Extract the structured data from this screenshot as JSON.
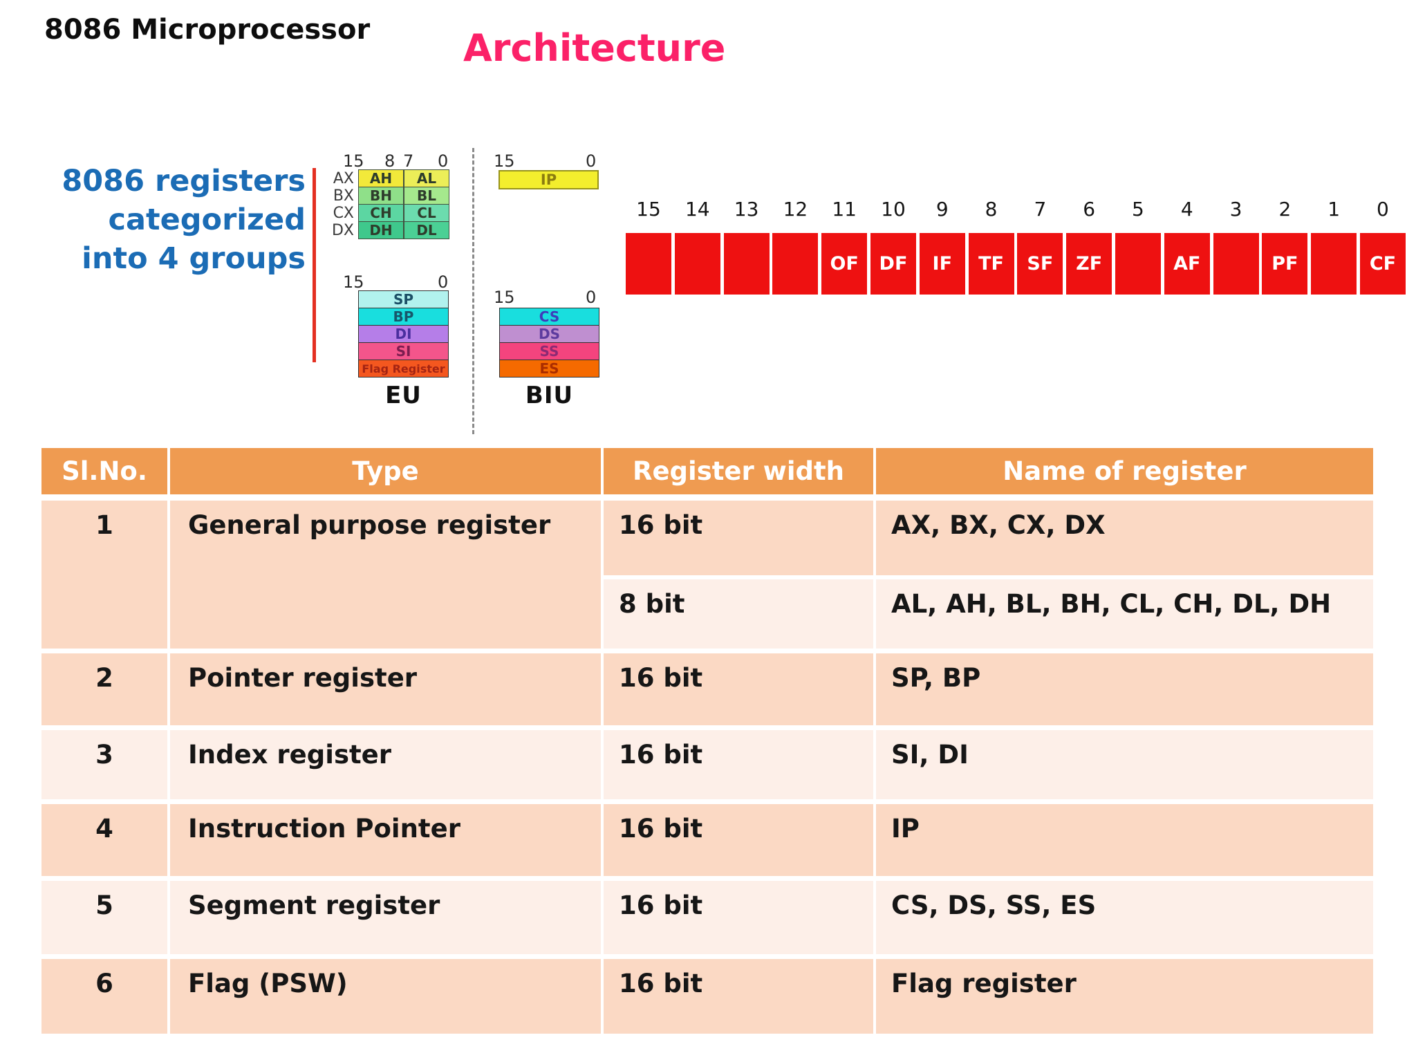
{
  "page": {
    "title": "8086 Microprocessor",
    "subtitle": "Architecture",
    "heading_lines": [
      "8086 registers",
      "categorized",
      "into 4 groups"
    ]
  },
  "colors": {
    "accent_pink": "#fb2168",
    "accent_blue": "#1b6cb5",
    "flag_red": "#ee1111",
    "table_header_bg": "#ef9b51",
    "table_row_dark": "#fbd9c4",
    "table_row_light": "#fdefe8",
    "red_rule": "#e43022"
  },
  "register_diagram": {
    "eu_label": "EU",
    "biu_label": "BIU",
    "general": {
      "bit_labels": [
        "15",
        "8",
        "7",
        "0"
      ],
      "rows": [
        {
          "name": "AX",
          "high": "AH",
          "low": "AL",
          "color_high": "#f2e93a",
          "color_low": "#ecee58"
        },
        {
          "name": "BX",
          "high": "BH",
          "low": "BL",
          "color_high": "#8fe089",
          "color_low": "#a5e98d"
        },
        {
          "name": "CX",
          "high": "CH",
          "low": "CL",
          "color_high": "#5cd6a2",
          "color_low": "#6cdcae"
        },
        {
          "name": "DX",
          "high": "DH",
          "low": "DL",
          "color_high": "#3fc88c",
          "color_low": "#4bd095"
        }
      ]
    },
    "pointer_index": {
      "bit_labels": [
        "15",
        "0"
      ],
      "rows": [
        {
          "label": "SP",
          "color": "#b2f2ee",
          "text_color": "#1c4f66"
        },
        {
          "label": "BP",
          "color": "#19dede",
          "text_color": "#17576b"
        },
        {
          "label": "DI",
          "color": "#b57ee8",
          "text_color": "#4a2f9e"
        },
        {
          "label": "SI",
          "color": "#f4558b",
          "text_color": "#7c1d50"
        },
        {
          "label": "Flag Register",
          "color": "#f4571f",
          "text_color": "#a42413"
        }
      ]
    },
    "ip": {
      "bit_labels": [
        "15",
        "0"
      ],
      "label": "IP"
    },
    "segment": {
      "bit_labels": [
        "15",
        "0"
      ],
      "rows": [
        {
          "label": "CS",
          "color": "#19dede",
          "text_color": "#3d3dba"
        },
        {
          "label": "DS",
          "color": "#bf8fd0",
          "text_color": "#5c3a9e"
        },
        {
          "label": "SS",
          "color": "#f4447e",
          "text_color": "#8c2a74"
        },
        {
          "label": "ES",
          "color": "#f56a00",
          "text_color": "#aa2d00"
        }
      ]
    }
  },
  "flag_register": {
    "bit_numbers": [
      "15",
      "14",
      "13",
      "12",
      "11",
      "10",
      "9",
      "8",
      "7",
      "6",
      "5",
      "4",
      "3",
      "2",
      "1",
      "0"
    ],
    "cell_labels": [
      "",
      "",
      "",
      "",
      "OF",
      "DF",
      "IF",
      "TF",
      "SF",
      "ZF",
      "",
      "AF",
      "",
      "PF",
      "",
      "CF"
    ]
  },
  "table": {
    "headers": [
      "Sl.No.",
      "Type",
      "Register width",
      "Name of register"
    ],
    "rows": [
      {
        "no": "1",
        "type": "General purpose register",
        "widths": [
          "16 bit",
          "8 bit"
        ],
        "names": [
          "AX, BX, CX, DX",
          "AL, AH, BL, BH, CL, CH, DL, DH"
        ]
      },
      {
        "no": "2",
        "type": "Pointer register",
        "widths": [
          "16 bit"
        ],
        "names": [
          "SP, BP"
        ]
      },
      {
        "no": "3",
        "type": "Index register",
        "widths": [
          "16 bit"
        ],
        "names": [
          "SI, DI"
        ]
      },
      {
        "no": "4",
        "type": "Instruction Pointer",
        "widths": [
          "16 bit"
        ],
        "names": [
          "IP"
        ]
      },
      {
        "no": "5",
        "type": "Segment register",
        "widths": [
          "16 bit"
        ],
        "names": [
          "CS, DS, SS, ES"
        ]
      },
      {
        "no": "6",
        "type": "Flag (PSW)",
        "widths": [
          "16 bit"
        ],
        "names": [
          "Flag register"
        ]
      }
    ]
  }
}
